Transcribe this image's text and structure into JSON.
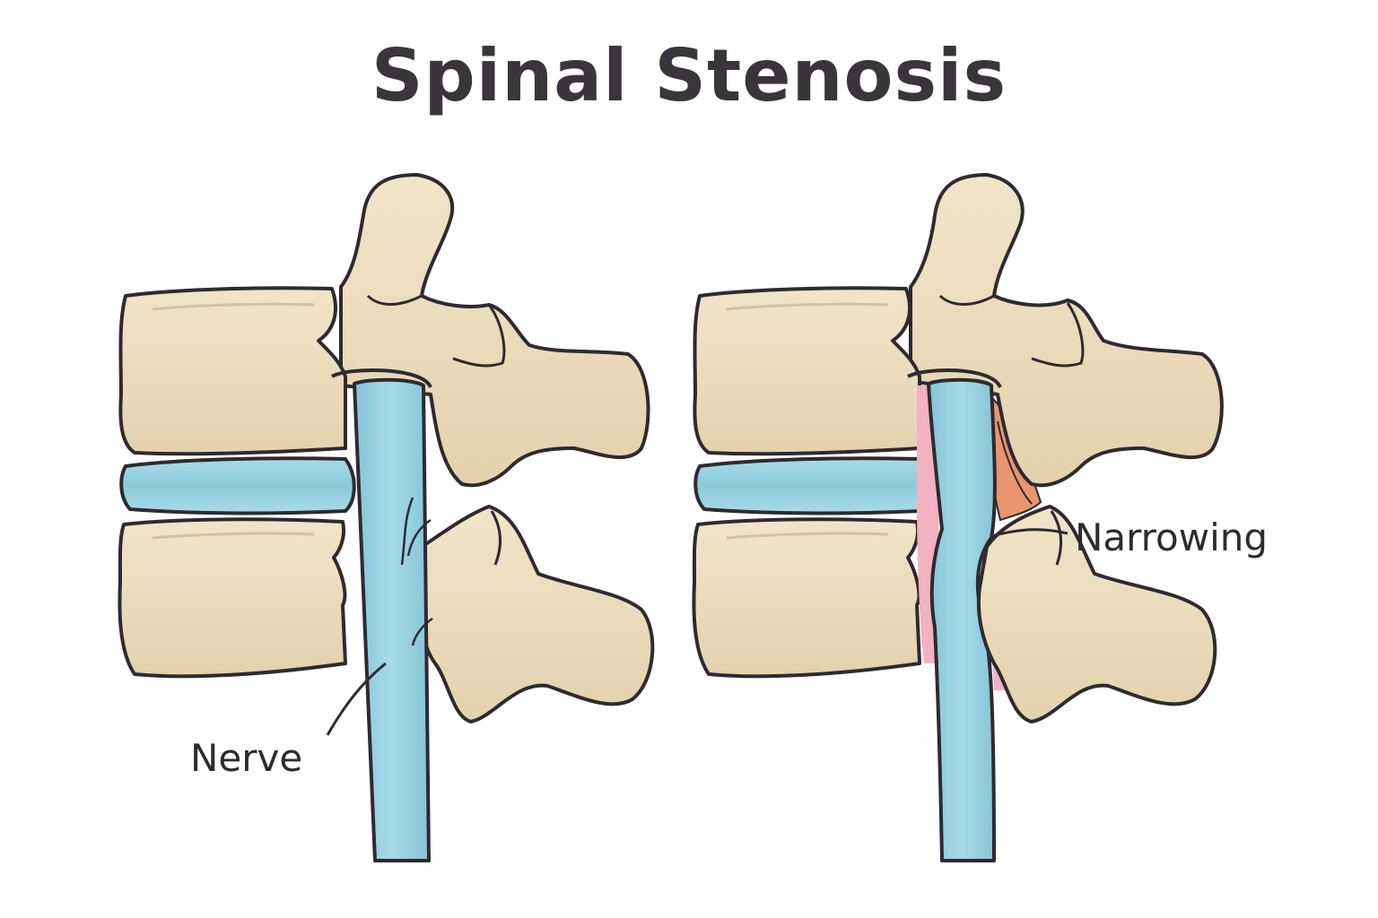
{
  "title": "Spinal Stenosis",
  "labels": {
    "nerve": "Nerve",
    "narrowing": "Narrowing"
  },
  "colors": {
    "bone": "#ecdcbc",
    "bone_shadow": "#d9c59f",
    "disc": "#9ad3e0",
    "nerve": "#97d0e0",
    "outline": "#2e2a31",
    "ligament_thickened": "#e9966f",
    "inflamed_tissue": "#f2b2c0",
    "title": "#3a343b"
  }
}
